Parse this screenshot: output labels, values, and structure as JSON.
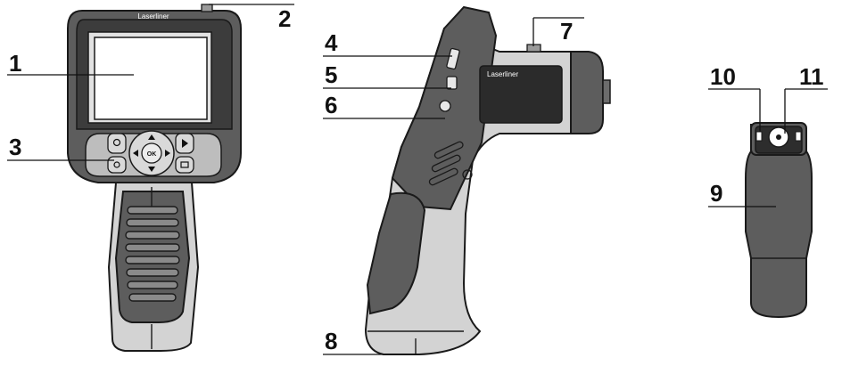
{
  "brand": "Laserliner",
  "ok_label": "OK",
  "callouts": {
    "c1": "1",
    "c2": "2",
    "c3": "3",
    "c4": "4",
    "c5": "5",
    "c6": "6",
    "c7": "7",
    "c8": "8",
    "c9": "9",
    "c10": "10",
    "c11": "11"
  },
  "colors": {
    "housing_dark": "#5d5d5d",
    "housing_light": "#d3d3d3",
    "screen": "#ffffff",
    "outline": "#1a1a1a"
  }
}
